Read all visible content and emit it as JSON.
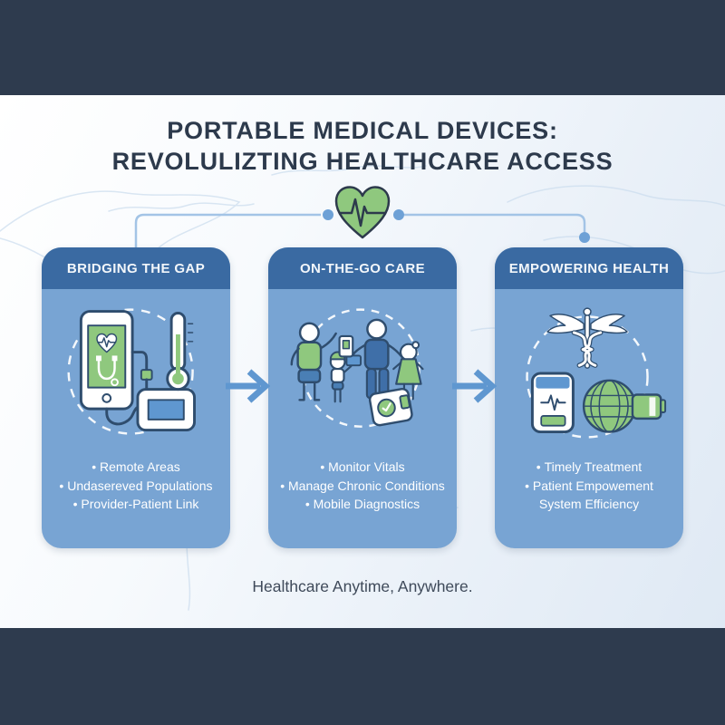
{
  "title": {
    "line1": "PORTABLE MEDICAL DEVICES:",
    "line2": "REVOLULIZTING HEALTHCARE ACCESS"
  },
  "hero": {
    "icon": "heartbeat-heart-icon"
  },
  "cards": [
    {
      "header": "BRIDGING THE GAP",
      "illustration_icon": "phone-thermometer-bp-monitor-icon",
      "bullets": [
        "Remote Areas",
        "Undasereved Populations",
        "Provider-Patient Link"
      ]
    },
    {
      "header": "ON-THE-GO CARE",
      "illustration_icon": "family-with-portable-devices-icon",
      "bullets": [
        "Monitor Vitals",
        "Manage Chronic Conditions",
        "Mobile Diagnostics"
      ]
    },
    {
      "header": "EMPOWERING HEALTH",
      "illustration_icon": "caduceus-phone-globe-battery-icon",
      "bullets": [
        "Timely Treatment",
        "Patient Empowement",
        "System Efficiency"
      ]
    }
  ],
  "footer": {
    "tagline": "Healthcare Anytime, Anywhere."
  },
  "colors": {
    "frame_navy": "#2e3b4e",
    "title_navy": "#2d3a4c",
    "card_body_blue": "#78a4d3",
    "card_header_blue": "#3a6aa2",
    "accent_green": "#8fc87e",
    "arrow_blue": "#5f97d0",
    "connector_blue": "#a3c4e6",
    "connector_dot_blue": "#6ea1d6",
    "map_line_blue": "#c7daed",
    "illustration_outline": "#2f4d6e"
  }
}
